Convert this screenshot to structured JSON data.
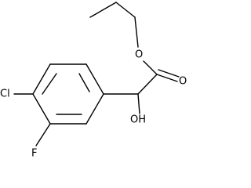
{
  "molecule": {
    "labels": {
      "ester_oxygen": "O",
      "carbonyl_oxygen": "O",
      "hydroxyl": "OH",
      "chlorine": "Cl",
      "fluorine": "F"
    }
  }
}
